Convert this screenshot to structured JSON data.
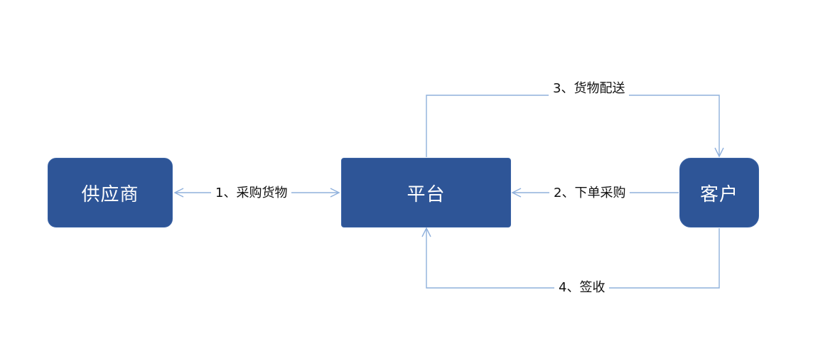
{
  "nodes": {
    "supplier": "供应商",
    "platform": "平台",
    "customer": "客户"
  },
  "edges": {
    "purchase_goods": "1、采购货物",
    "place_order": "2、下单采购",
    "delivery": "3、货物配送",
    "sign_receipt": "4、签收"
  },
  "colors": {
    "node_fill": "#2e5597",
    "line": "#8fb0dc"
  }
}
